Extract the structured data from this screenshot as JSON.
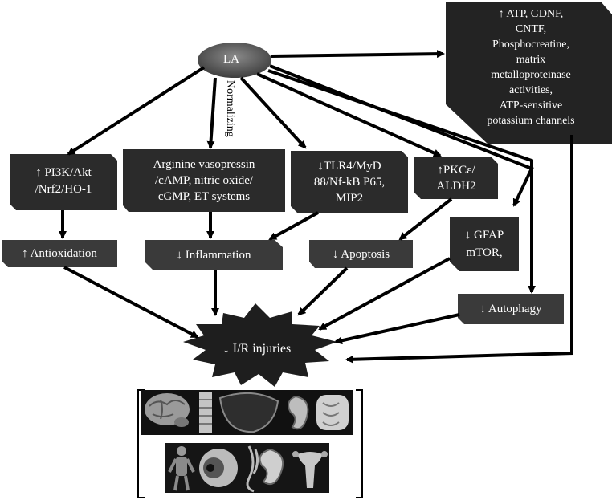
{
  "nodes": {
    "la": "LA",
    "normalizing": "Normalizing",
    "atp_box": [
      "↑ ATP, GDNF,",
      "CNTF,",
      "Phosphocreatine,",
      "matrix",
      "metalloproteinase",
      "activities,",
      "ATP-sensitive",
      "potassium channels"
    ],
    "pi3k": [
      "↑ PI3K/Akt",
      "/Nrf2/HO-1"
    ],
    "arginine": [
      "Arginine vasopressin",
      "/cAMP, nitric oxide/",
      "cGMP, ET systems"
    ],
    "tlr4": [
      "↓TLR4/MyD",
      "88/Nf-kB P65,",
      "MIP2"
    ],
    "pkc": [
      "↑PKCε/",
      "ALDH2"
    ],
    "antioxidation": "↑ Antioxidation",
    "inflammation": "↓ Inflammation",
    "apoptosis": "↓ Apoptosis",
    "gfap": [
      "↓ GFAP",
      "mTOR,"
    ],
    "autophagy": "↓ Autophagy",
    "ir_injuries": "↓ I/R injuries"
  },
  "organs_row1": [
    "brain-icon",
    "spine-icon",
    "liver-icon",
    "kidney-icon",
    "intestine-icon"
  ],
  "organs_row2": [
    "body-icon",
    "eye-icon",
    "nerve-icon",
    "kidney-icon",
    "uterus-icon"
  ],
  "colors": {
    "box": "#2b2b2b",
    "box_dark": "#222222",
    "la_oval": "#5a5a5a",
    "arrow": "#000000"
  }
}
